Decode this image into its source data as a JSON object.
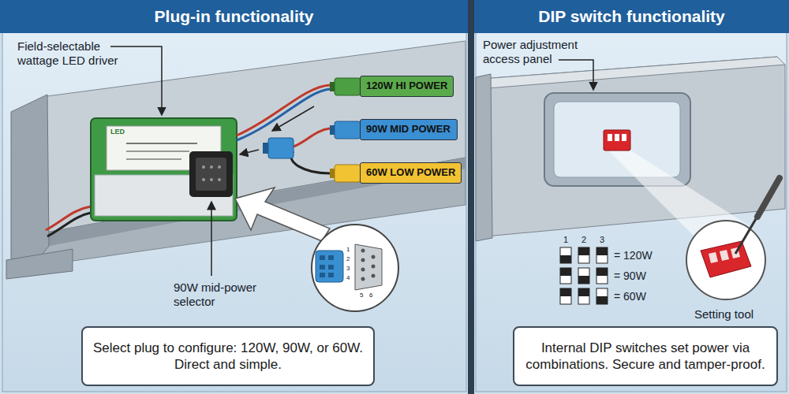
{
  "diagram": {
    "nodes": [
      {
        "text": [
          "Plug-in functionality"
        ]
      },
      {
        "text": [
          "Select plug to configure: 120W, 90W, or 60W. Direct and simple."
        ],
        "in": 0
      },
      {
        "text": [
          "120W HI POWER"
        ],
        "in": 0
      },
      {
        "text": [
          "90W MID POWER"
        ],
        "in": 0
      },
      {
        "text": [
          "60W LOW POWER"
        ],
        "in": 0
      },
      {
        "text": [
          "DIP switch functionality"
        ]
      },
      {
        "text": [
          "Internal DIP switches set power via combinations. Secure and tamper-proof."
        ],
        "in": 5
      }
    ],
    "labels": [
      "Field-selectable wattage LED driver",
      "LED",
      "90W mid-power selector",
      "1",
      "2",
      "3",
      "4",
      "5",
      "6",
      "Power adjustment access panel",
      "1",
      "2",
      "3",
      "= 120W",
      "= 90W",
      "= 60W",
      "Setting tool"
    ]
  }
}
